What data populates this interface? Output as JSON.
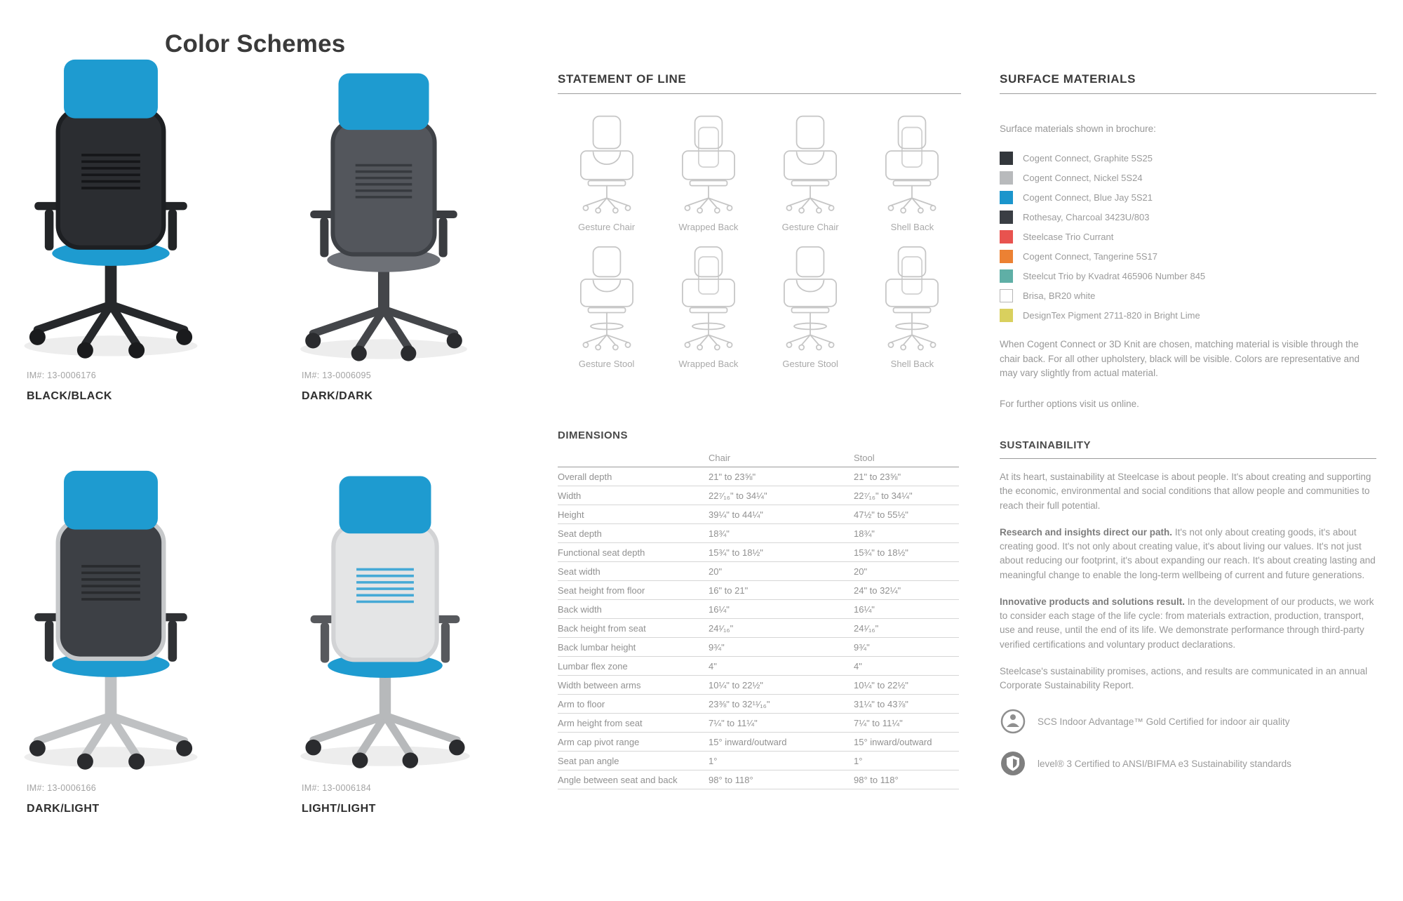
{
  "page_title": "Color Schemes",
  "color_schemes": {
    "chairs": [
      {
        "im": "IM#: 13-0006176",
        "name": "BLACK/BLACK",
        "colors": {
          "headrest": "#1e9bd0",
          "back": "#2b2d31",
          "frame": "#1d1f22",
          "slat": "#121315",
          "seat": "#1e9bd0",
          "arm": "#232527",
          "base": "#26282b",
          "caster": "#1a1b1d"
        }
      },
      {
        "im": "IM#: 13-0006095",
        "name": "DARK/DARK",
        "colors": {
          "headrest": "#1e9bd0",
          "back": "#53565c",
          "frame": "#3e4146",
          "slat": "#33363b",
          "seat": "#6e7177",
          "arm": "#3a3c40",
          "base": "#44464a",
          "caster": "#2a2b2e"
        }
      },
      {
        "im": "IM#: 13-0006166",
        "name": "DARK/LIGHT",
        "colors": {
          "headrest": "#1e9bd0",
          "back": "#3d4045",
          "frame": "#c6c8ca",
          "slat": "#26282b",
          "seat": "#1e9bd0",
          "arm": "#2f3134",
          "base": "#bfc1c3",
          "caster": "#2a2b2e"
        }
      },
      {
        "im": "IM#: 13-0006184",
        "name": "LIGHT/LIGHT",
        "colors": {
          "headrest": "#1e9bd0",
          "back": "#e4e5e6",
          "frame": "#d2d3d5",
          "slat": "#2a9fd4",
          "seat": "#1e9bd0",
          "arm": "#57595d",
          "base": "#b7b9bb",
          "caster": "#2a2b2e"
        }
      }
    ]
  },
  "statement_of_line": {
    "title": "STATEMENT OF LINE",
    "items": [
      {
        "label": "Gesture Chair"
      },
      {
        "label": "Wrapped Back"
      },
      {
        "label": "Gesture Chair"
      },
      {
        "label": "Shell Back"
      },
      {
        "label": "Gesture Stool"
      },
      {
        "label": "Wrapped Back"
      },
      {
        "label": "Gesture Stool"
      },
      {
        "label": "Shell Back"
      }
    ]
  },
  "dimensions": {
    "title": "DIMENSIONS",
    "columns": [
      "Chair",
      "Stool"
    ],
    "rows": [
      {
        "label": "Overall depth",
        "chair": "21\" to 23⅝\"",
        "stool": "21\" to 23⅝\""
      },
      {
        "label": "Width",
        "chair": "22⁷⁄₁₆\" to 34¼\"",
        "stool": "22⁷⁄₁₆\" to 34¼\""
      },
      {
        "label": "Height",
        "chair": "39¼\" to 44¼\"",
        "stool": "47½\" to 55½\""
      },
      {
        "label": "Seat depth",
        "chair": "18¾\"",
        "stool": "18¾\""
      },
      {
        "label": "Functional seat depth",
        "chair": "15¾\" to 18½\"",
        "stool": "15¾\" to 18½\""
      },
      {
        "label": "Seat width",
        "chair": "20\"",
        "stool": "20\""
      },
      {
        "label": "Seat height from floor",
        "chair": "16\" to 21\"",
        "stool": "24\" to 32¼\""
      },
      {
        "label": "Back width",
        "chair": "16¼\"",
        "stool": "16¼\""
      },
      {
        "label": "Back height from seat",
        "chair": "24¹⁄₁₆\"",
        "stool": "24¹⁄₁₆\""
      },
      {
        "label": "Back lumbar height",
        "chair": "9¾\"",
        "stool": "9¾\""
      },
      {
        "label": "Lumbar flex zone",
        "chair": "4\"",
        "stool": "4\""
      },
      {
        "label": "Width between arms",
        "chair": "10¼\" to 22½\"",
        "stool": "10¼\" to 22½\""
      },
      {
        "label": "Arm to floor",
        "chair": "23⅜\" to 32¹¹⁄₁₆\"",
        "stool": "31¼\" to 43⅞\""
      },
      {
        "label": "Arm height from seat",
        "chair": "7¼\" to 11¼\"",
        "stool": "7¼\" to 11¼\""
      },
      {
        "label": "Arm cap pivot range",
        "chair": "15° inward/outward",
        "stool": "15° inward/outward"
      },
      {
        "label": "Seat pan angle",
        "chair": "1°",
        "stool": "1°"
      },
      {
        "label": "Angle between seat and back",
        "chair": "98° to 118°",
        "stool": "98° to 118°"
      }
    ]
  },
  "surface_materials": {
    "title": "SURFACE MATERIALS",
    "intro": "Surface materials shown in brochure:",
    "materials": [
      {
        "label": "Cogent Connect, Graphite 5S25",
        "color": "#33373c"
      },
      {
        "label": "Cogent Connect, Nickel 5S24",
        "color": "#b8babc"
      },
      {
        "label": "Cogent Connect, Blue Jay 5S21",
        "color": "#1b95cc"
      },
      {
        "label": "Rothesay, Charcoal 3423U/803",
        "color": "#3a3e44"
      },
      {
        "label": "Steelcase Trio Currant",
        "color": "#e8534f"
      },
      {
        "label": "Cogent Connect, Tangerine 5S17",
        "color": "#ec8133"
      },
      {
        "label": "Steelcut Trio by Kvadrat 465906 Number 845",
        "color": "#5fafa6"
      },
      {
        "label": "Brisa, BR20 white",
        "color": "#ffffff",
        "border": true
      },
      {
        "label": "DesignTex Pigment 2711-820 in Bright Lime",
        "color": "#d9d05e"
      }
    ],
    "note": "When Cogent Connect or 3D Knit are chosen, matching material is visible through the chair back. For all other upholstery, black will be visible. Colors are representative and may vary slightly from actual material.",
    "more": "For further options visit us online."
  },
  "sustainability": {
    "title": "SUSTAINABILITY",
    "paragraphs": [
      {
        "lead": "",
        "text": "At its heart, sustainability at Steelcase is about people. It's about creating and supporting the economic, environmental and social conditions that allow people and communities to reach their full potential."
      },
      {
        "lead": "Research and insights direct our path.",
        "text": " It's not only about creating goods, it's about creating good. It's not only about creating value, it's about living our values. It's not just about reducing our footprint, it's about expanding our reach. It's about creating lasting and meaningful change to enable the long-term wellbeing of current and future generations."
      },
      {
        "lead": "Innovative products and solutions result.",
        "text": " In the development of our products, we work to consider each stage of the life cycle: from materials extraction, production, transport, use and reuse, until the end of its life. We demonstrate performance through third-party verified certifications and voluntary product declarations."
      },
      {
        "lead": "",
        "text": "Steelcase's sustainability promises, actions, and results are communicated in an annual Corporate Sustainability Report."
      }
    ],
    "certifications": [
      {
        "label": "SCS Indoor Advantage™ Gold Certified for indoor air quality"
      },
      {
        "label": "level® 3 Certified to ANSI/BIFMA e3 Sustainability standards"
      }
    ]
  }
}
